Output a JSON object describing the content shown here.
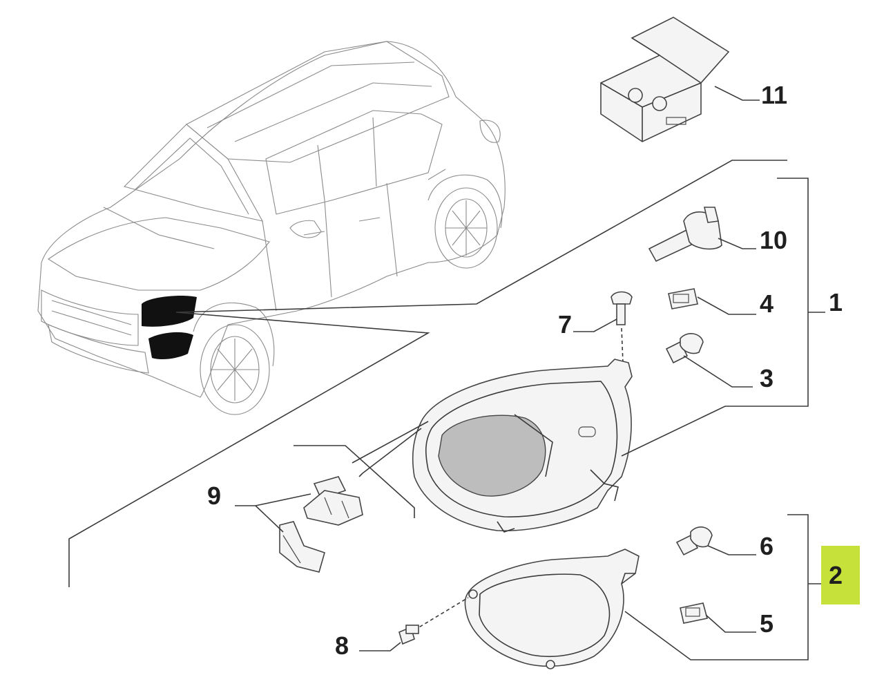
{
  "callouts": [
    {
      "id": "1",
      "label": "1"
    },
    {
      "id": "2",
      "label": "2"
    },
    {
      "id": "3",
      "label": "3"
    },
    {
      "id": "4",
      "label": "4"
    },
    {
      "id": "5",
      "label": "5"
    },
    {
      "id": "6",
      "label": "6"
    },
    {
      "id": "7",
      "label": "7"
    },
    {
      "id": "8",
      "label": "8"
    },
    {
      "id": "9",
      "label": "9"
    },
    {
      "id": "10",
      "label": "10"
    },
    {
      "id": "11",
      "label": "11"
    }
  ],
  "highlight": {
    "callout": "2",
    "color": "#c6e23a"
  },
  "colors": {
    "line": "#3a3a3a",
    "part_fill": "#f4f4f4",
    "location_mark": "#111111"
  }
}
